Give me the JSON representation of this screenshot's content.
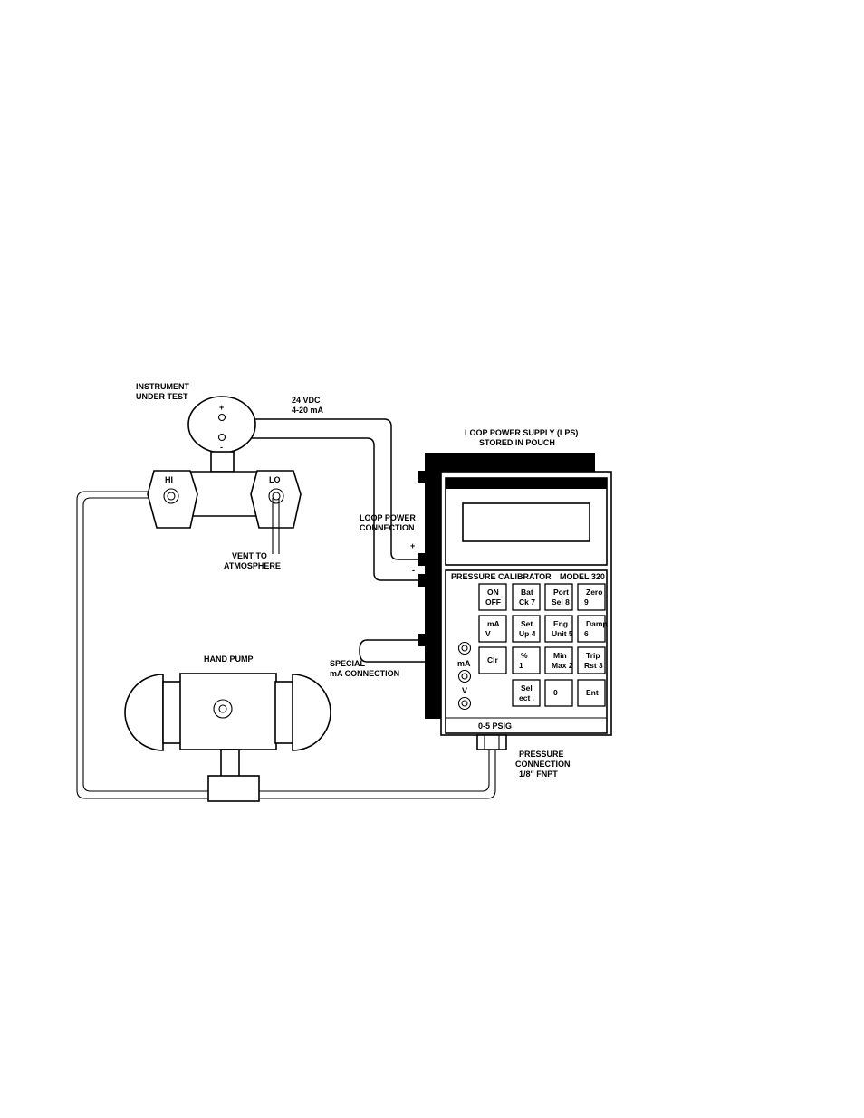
{
  "labels": {
    "instrument_line1": "INSTRUMENT",
    "instrument_line2": "UNDER TEST",
    "terminal_plus": "+",
    "terminal_minus": "-",
    "supply_line1": "24 VDC",
    "supply_line2": "4-20 mA",
    "lps_line1": "LOOP POWER SUPPLY (LPS)",
    "lps_line2": "STORED IN POUCH",
    "loop_conn_line1": "LOOP POWER",
    "loop_conn_line2": "CONNECTION",
    "lps_plus": "+",
    "lps_minus": "-",
    "hi": "HI",
    "lo": "LO",
    "vent_line1": "VENT TO",
    "vent_line2": "ATMOSPHERE",
    "hand_pump": "HAND PUMP",
    "special_line1": "SPECIAL",
    "special_line2": "mA CONNECTION",
    "jack_ma": "mA",
    "jack_v": "V",
    "pressure_line1": "PRESSURE",
    "pressure_line2": "CONNECTION",
    "pressure_line3": "1/8\" FNPT"
  },
  "calibrator": {
    "title": "PRESSURE CALIBRATOR",
    "model": "MODEL 320",
    "range": "0-5 PSIG"
  },
  "keys": [
    {
      "id": "on-off",
      "l1": "ON",
      "l2": "OFF"
    },
    {
      "id": "bat-ck",
      "l1": "Bat",
      "l2": "Ck  7"
    },
    {
      "id": "port-sel",
      "l1": "Port",
      "l2": "Sel  8"
    },
    {
      "id": "zero",
      "l1": "Zero",
      "l2": "9"
    },
    {
      "id": "ma-v",
      "l1": "mA",
      "l2": "V"
    },
    {
      "id": "set-up",
      "l1": "Set",
      "l2": "Up  4"
    },
    {
      "id": "eng-unit",
      "l1": "Eng",
      "l2": "Unit 5"
    },
    {
      "id": "damp",
      "l1": "Damp",
      "l2": "6"
    },
    {
      "id": "clr",
      "l1": "Clr",
      "l2": ""
    },
    {
      "id": "percent",
      "l1": "%",
      "l2": "1"
    },
    {
      "id": "min-max",
      "l1": "Min",
      "l2": "Max  2"
    },
    {
      "id": "trip-rst",
      "l1": "Trip",
      "l2": "Rst 3"
    },
    {
      "id": "select",
      "l1": "Sel",
      "l2": "ect  ."
    },
    {
      "id": "zero-digit",
      "l1": "",
      "l2": "0"
    },
    {
      "id": "ent",
      "l1": "Ent",
      "l2": ""
    }
  ]
}
